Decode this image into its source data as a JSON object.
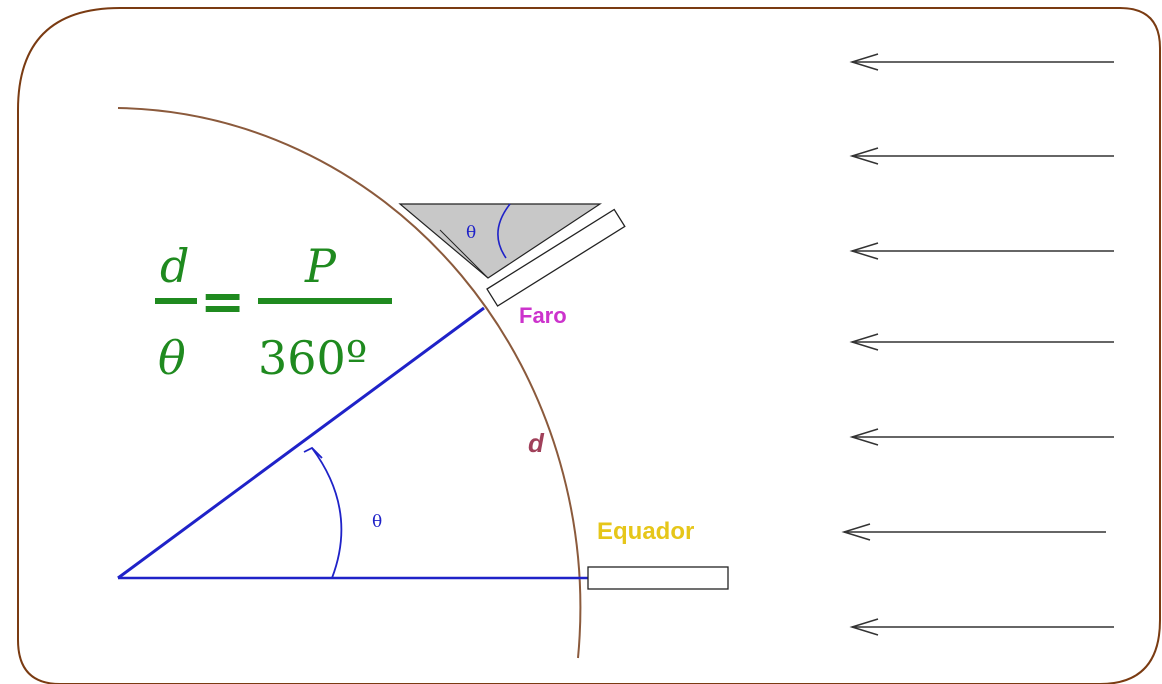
{
  "labels": {
    "faro": "Faro",
    "equador": "Equador",
    "d": "d",
    "theta_small": "θ",
    "theta_large": "θ"
  },
  "formula": {
    "numerator_left": "d",
    "denominator_left": "θ",
    "equals": "=",
    "numerator_right": "P",
    "denominator_right": "360º"
  },
  "colors": {
    "frame": "#7a3b12",
    "circle": "#8b5a3c",
    "rays": "#1f22c8",
    "formula": "#1f8a1f",
    "faro": "#cc33cc",
    "equador": "#e6c619",
    "d_label": "#a0405a",
    "sun_arrows": "#333333",
    "shadow_fill": "#c8c8c8"
  },
  "icons": {
    "sun_rays": "left-arrow-icon",
    "stick": "gnomon-rectangle"
  }
}
